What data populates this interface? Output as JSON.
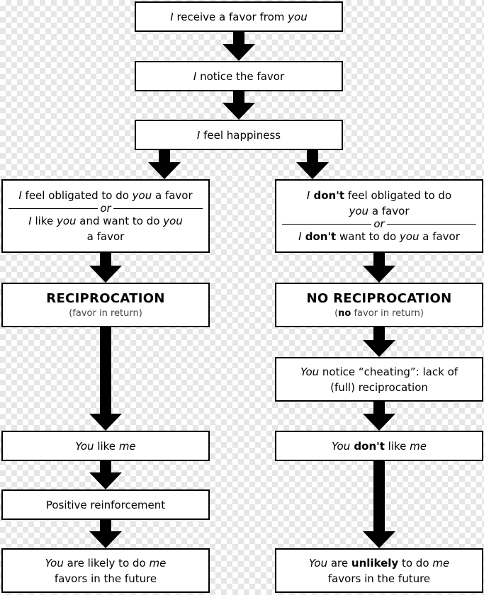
{
  "nodes": {
    "receive": {
      "w1": "I",
      "t1": " receive a favor from ",
      "w2": "you"
    },
    "notice": {
      "w1": "I",
      "t1": " notice the favor"
    },
    "happiness": {
      "w1": "I",
      "t1": " feel happiness"
    },
    "obligated": {
      "l1_w1": "I",
      "l1_t1": " feel obligated to do ",
      "l1_w2": "you",
      "l1_t2": " a favor",
      "separator": "or",
      "l2_w1": "I",
      "l2_t1": " like ",
      "l2_w2": "you",
      "l2_t2": " and want to do ",
      "l2_w3": "you",
      "l3": "a favor"
    },
    "not_obligated": {
      "l1_w1": "I",
      "l1_b1": " don't",
      "l1_t1": " feel obligated to do",
      "l2_w1": "you",
      "l2_t1": " a favor",
      "separator": "or",
      "l3_w1": "I",
      "l3_b1": " don't",
      "l3_t1": " want to do ",
      "l3_w2": "you",
      "l3_t2": " a favor"
    },
    "reciprocation": {
      "title": "RECIPROCATION",
      "subtitle": "(favor in return)"
    },
    "no_reciprocation": {
      "title": "NO RECIPROCATION",
      "sub_open": "(",
      "sub_bold": "no",
      "sub_rest": " favor in return)"
    },
    "cheating": {
      "w1": "You",
      "t1": " notice “cheating”: lack of",
      "l2": "(full) reciprocation"
    },
    "you_like": {
      "w1": "You",
      "t1": " like ",
      "w2": "me"
    },
    "you_dont_like": {
      "w1": "You",
      "b1": " don't",
      "t1": " like ",
      "w2": "me"
    },
    "positive": {
      "text": "Positive reinforcement"
    },
    "likely": {
      "w1": "You",
      "t1": " are likely to do ",
      "w2": "me",
      "l2": "favors in the future"
    },
    "unlikely": {
      "w1": "You",
      "t1": " are ",
      "b1": "unlikely",
      "t2": " to do ",
      "w2": "me",
      "l2": "favors in the future"
    }
  },
  "colors": {
    "arrow": "#000000",
    "box_border": "#000000",
    "box_fill": "#ffffff",
    "checker": "#e6e6e6"
  }
}
